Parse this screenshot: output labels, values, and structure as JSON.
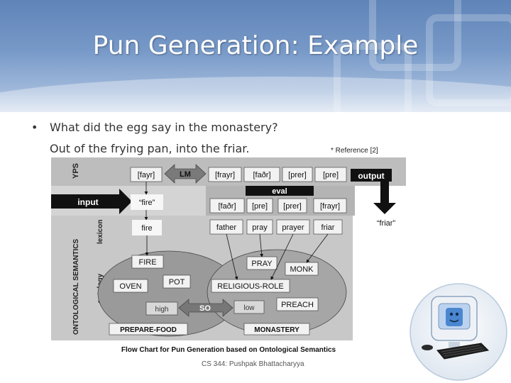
{
  "slide": {
    "title": "Pun Generation: Example",
    "bullet_symbol": "•",
    "line1": "What did the egg say in the monastery?",
    "line2": "Out of the frying pan, into the friar.",
    "reference": "* Reference [2]",
    "footer": "CS 344: Pushpak Bhattacharyya"
  },
  "diagram": {
    "caption": "Flow Chart for Pun Generation based on Ontological Semantics",
    "side_labels": {
      "yps": "YPS",
      "ontological_semantics": "ONTOLOGICAL SEMANTICS",
      "lexicon": "lexicon",
      "ontology": "ontology"
    },
    "top_row": {
      "fayr": "[fayr]",
      "lm": "LM",
      "frayr": "[frayr]",
      "fadr": "[faðr]",
      "prer": "[prer]",
      "pre": "[pre]",
      "output": "output"
    },
    "eval": "eval",
    "input": "input",
    "fire_quote": "“fire”",
    "eval_row": {
      "fadr": "[faðr]",
      "pre": "[pre]",
      "prer": "[prer]",
      "frayr": "[frayr]"
    },
    "friar_quote": "“friar”",
    "lexicon_row": {
      "fire": "fire",
      "father": "father",
      "pray": "pray",
      "prayer": "prayer",
      "friar": "friar"
    },
    "ontology_left": {
      "fire": "FIRE",
      "oven": "OVEN",
      "pot": "POT",
      "high": "high",
      "prepare_food": "PREPARE-FOOD"
    },
    "so": "SO",
    "ontology_right": {
      "pray": "PRAY",
      "monk": "MONK",
      "religious_role": "RELIGIOUS-ROLE",
      "preach": "PREACH",
      "low": "low",
      "monastery": "MONASTERY"
    }
  },
  "colors": {
    "header_blue": "#6a8ec2",
    "panel_gray": "#d0d0d0",
    "dark_panel": "#a8a8a8",
    "black_band": "#111111"
  },
  "icons": {
    "bullet": "bullet-dot",
    "computer": "retro-mac-computer-icon"
  }
}
